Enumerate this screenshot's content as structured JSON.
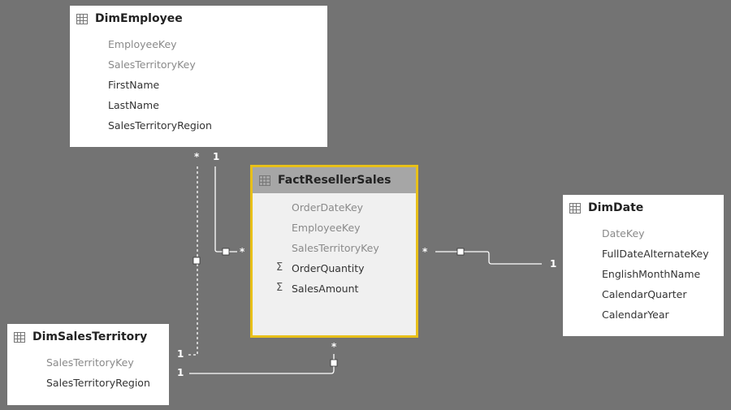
{
  "tables": {
    "dimEmployee": {
      "title": "DimEmployee",
      "fields": [
        {
          "name": "EmployeeKey",
          "hidden": true
        },
        {
          "name": "SalesTerritoryKey",
          "hidden": true
        },
        {
          "name": "FirstName"
        },
        {
          "name": "LastName"
        },
        {
          "name": "SalesTerritoryRegion"
        }
      ]
    },
    "fact": {
      "title": "FactResellerSales",
      "fields": [
        {
          "name": "OrderDateKey",
          "hidden": true
        },
        {
          "name": "EmployeeKey",
          "hidden": true
        },
        {
          "name": "SalesTerritoryKey",
          "hidden": true
        },
        {
          "name": "OrderQuantity",
          "icon": "sigma-icon",
          "sym": "Σ"
        },
        {
          "name": "SalesAmount",
          "icon": "sigma-icon",
          "sym": "Σ"
        }
      ]
    },
    "dimDate": {
      "title": "DimDate",
      "fields": [
        {
          "name": "DateKey",
          "hidden": true
        },
        {
          "name": "FullDateAlternateKey"
        },
        {
          "name": "EnglishMonthName"
        },
        {
          "name": "CalendarQuarter"
        },
        {
          "name": "CalendarYear"
        }
      ]
    },
    "dimSalesTerritory": {
      "title": "DimSalesTerritory",
      "fields": [
        {
          "name": "SalesTerritoryKey",
          "hidden": true
        },
        {
          "name": "SalesTerritoryRegion"
        }
      ]
    }
  },
  "relationships": {
    "many": "*",
    "one": "1"
  },
  "colors": {
    "background": "#737373",
    "selected": "#e8c019"
  }
}
